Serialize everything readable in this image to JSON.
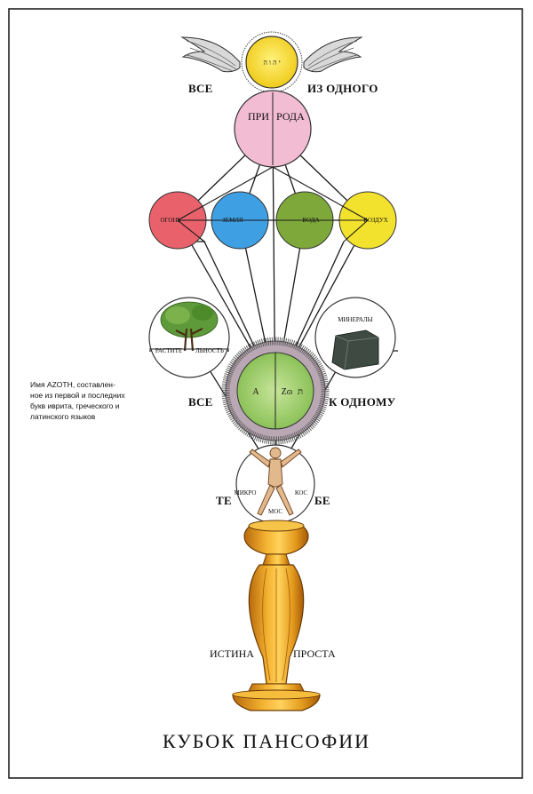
{
  "diagram": {
    "labels": {
      "top_left": "ВСЕ",
      "top_right": "ИЗ ОДНОГО",
      "middle_left": "ВСЕ",
      "middle_right": "К ОДНОМУ",
      "lower_left": "ТЕ",
      "lower_right": "БЕ",
      "stem_left": "ИСТИНА",
      "stem_right": "ПРОСТА"
    },
    "circles": {
      "divine_name": "י ה ו ה",
      "nature_left": "ПРИ",
      "nature_right": "РОДА",
      "fire": "ОГОНЬ",
      "earth": "ЗЕМЛЯ",
      "water": "ВОДА",
      "air": "ВОЗДУХ",
      "plants_left": "РАСТИТЕ",
      "plants_right": "ЛЬНОСТЬ",
      "minerals": "МИНЕРАЛЫ",
      "azoth_a": "A",
      "azoth_z": "Zɷ",
      "azoth_heb": "תּ",
      "micro_1": "МИКРО",
      "micro_2": "КОС",
      "micro_3": "МОС"
    },
    "note_lines": [
      "Имя AZOTH, составлен-",
      "ное из первой и последних",
      "букв иврита, греческого и",
      "латинского языков"
    ],
    "colors": {
      "gold": "#f2d21a",
      "pink": "#f2bcd3",
      "red": "#e8616b",
      "blue": "#3f9fe3",
      "green": "#7ea93a",
      "yellow": "#f3e22d",
      "azoth_green": "#9fcf6e",
      "cup_orange": "#e9a021"
    }
  },
  "title": "КУБОК ПАНСОФИИ"
}
